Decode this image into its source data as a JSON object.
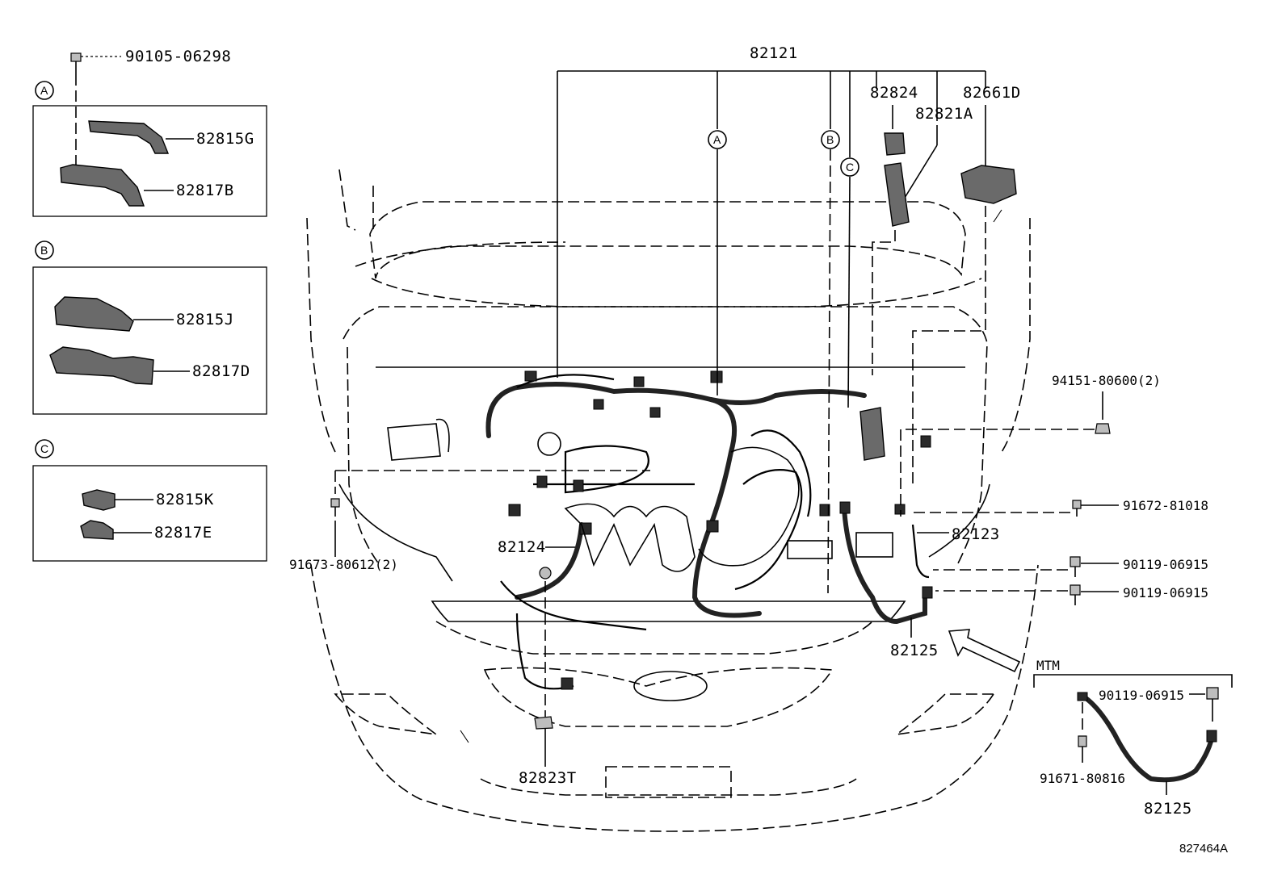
{
  "sections": [
    {
      "id": "A",
      "parts": [
        "82815G",
        "82817B"
      ]
    },
    {
      "id": "B",
      "parts": [
        "82815J",
        "82817D"
      ]
    },
    {
      "id": "C",
      "parts": [
        "82815K",
        "82817E"
      ]
    }
  ],
  "labels": {
    "p90105_06298": "90105-06298",
    "p82121": "82121",
    "p82824": "82824",
    "p82821A": "82821A",
    "p82661D": "82661D",
    "p94151_80600": "94151-80600(2)",
    "p91672_81018": "91672-81018",
    "p82123": "82123",
    "p90119_06915_a": "90119-06915",
    "p90119_06915_b": "90119-06915",
    "p82125": "82125",
    "p82124": "82124",
    "p91673_80612": "91673-80612(2)",
    "p82823T": "82823T",
    "mtm": "MTM",
    "mtm_90119_06915": "90119-06915",
    "mtm_91671_80816": "91671-80816",
    "mtm_82125": "82125",
    "circle_A": "A",
    "circle_B": "B",
    "circle_C": "C"
  },
  "figure_ref": "827464A"
}
